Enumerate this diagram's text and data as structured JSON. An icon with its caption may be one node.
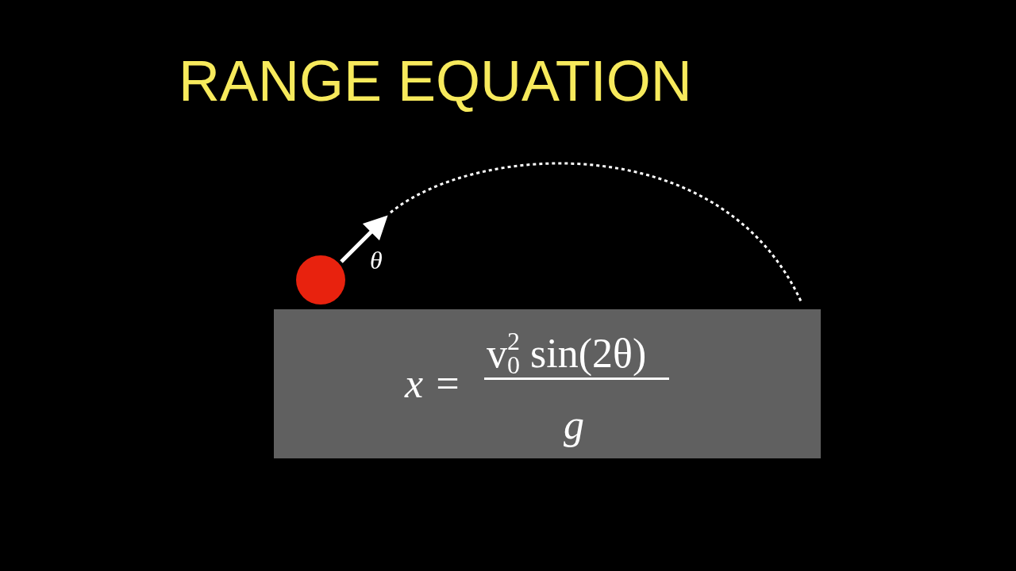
{
  "diagram": {
    "title": "RANGE EQUATION",
    "nodes": [
      {
        "text": [
          "x =",
          "v$_{0}$$^{2}$ sin(2θ)",
          "g"
        ]
      }
    ],
    "edges": [],
    "labels": [
      "θ"
    ]
  }
}
